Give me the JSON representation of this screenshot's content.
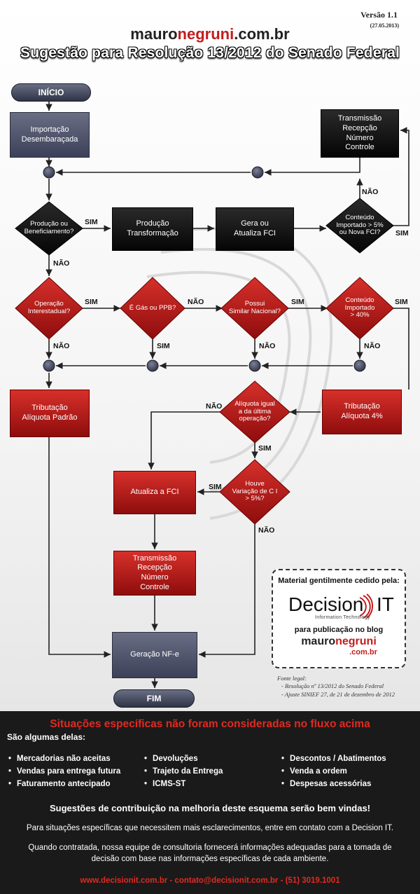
{
  "header": {
    "brand_a": "mauro",
    "brand_b": "negruni",
    "brand_c": ".com.br",
    "title": "Sugestão para Resolução 13/2012 do Senado Federal",
    "version": "Versão 1.1",
    "version_date": "(27.05.2013)"
  },
  "flow": {
    "inicio": "INÍCIO",
    "importacao": "Importação Desembaraçada",
    "transmissao_top": [
      "Transmissão",
      "Recepção",
      "Número",
      "Controle"
    ],
    "producao_q": [
      "Produção ou",
      "Beneficiamento?"
    ],
    "producao_t": [
      "Produção",
      "Transformação"
    ],
    "gera_fci": [
      "Gera ou",
      "Atualiza FCI"
    ],
    "conteudo_5": [
      "Conteúdo",
      "Importado > 5%",
      "ou Nova FCI?"
    ],
    "operacao": [
      "Operação",
      "Interestadual?"
    ],
    "gas": [
      "É Gás ou PPB?"
    ],
    "similar": [
      "Possui",
      "Similar Nacional?"
    ],
    "conteudo_40": [
      "Conteúdo",
      "Importado",
      "> 40%"
    ],
    "trib_padrao": [
      "Tributação",
      "Alíquota Padrão"
    ],
    "aliquota_igual": [
      "Alíquota igual",
      "a da última",
      "operação?"
    ],
    "trib_4": [
      "Tributação",
      "Alíquota 4%"
    ],
    "atualiza_fci": "Atualiza a FCI",
    "houve_var": [
      "Houve",
      "Variação de C I",
      "> 5%?"
    ],
    "transmissao_bottom": [
      "Transmissão",
      "Recepção",
      "Número",
      "Controle"
    ],
    "geracao": "Geração NF-e",
    "fim": "FIM",
    "sim": "SIM",
    "nao": "NÃO"
  },
  "material": {
    "heading": "Material gentilmente cedido pela:",
    "logo_a": "Decision",
    "logo_b": "IT",
    "logo_sub": "Information Technology",
    "blog_text": "para publicação no blog",
    "blog_a": "mauro",
    "blog_b": "negruni",
    "blog_c": ".com.br"
  },
  "fonte": {
    "heading": "Fonte legal:",
    "items": [
      "-  Resolução nº 13/2012 do Senado Federal",
      "- Ajuste SINIEF 27, de 21 de dezembro de 2012"
    ]
  },
  "bottom": {
    "heading": "Situações específicas não foram consideradas no fluxo acima",
    "sub": "São algumas delas:",
    "col1": [
      "Mercadorias não aceitas",
      "Vendas para entrega futura",
      "Faturamento antecipado"
    ],
    "col2": [
      "Devoluções",
      "Trajeto da Entrega",
      "ICMS-ST"
    ],
    "col3": [
      "Descontos / Abatimentos",
      "Venda a ordem",
      "Despesas acessórias"
    ],
    "suggest": "Sugestões de contribuição na melhoria deste esquema serão bem vindas!",
    "para": "Para situações específicas que necessitem mais esclarecimentos, entre em contato com a Decision IT.",
    "quando1": "Quando contratada, nossa equipe de consultoria fornecerá informações adequadas para a tomada de",
    "quando2": "decisão com base nas informações específicas de cada ambiente.",
    "contact": "www.decisionit.com.br - contato@decisionit.com.br - (51) 3019.1001"
  },
  "colors": {
    "accent_red": "#c41c1c",
    "node_slate": "#4c5066",
    "node_red": "#b31c1c",
    "node_black": "#111111"
  }
}
